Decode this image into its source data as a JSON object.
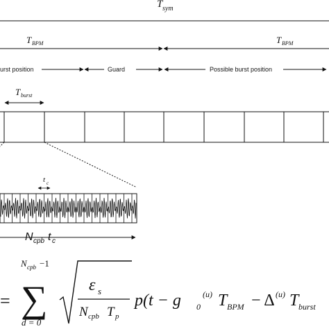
{
  "labels": {
    "t_sym": "T",
    "t_sym_sub": "sym",
    "t_bpm_left": "T",
    "t_bpm_left_sub": "BPM",
    "t_bpm_right": "T",
    "t_bpm_right_sub": "BPM",
    "burst_position_left": "urst position",
    "guard": "Guard",
    "possible_burst_position": "Possible burst position",
    "t_burst": "T",
    "t_burst_sub": "burst",
    "t_c": "t",
    "t_c_sub": "c",
    "n_cpb_tc_n": "N",
    "n_cpb_tc_sub": "cpb",
    "n_cpb_tc_t": "t",
    "n_cpb_tc_tsub": "c"
  },
  "equation": {
    "equals": "=",
    "sum_upper": "N",
    "sum_upper_sub": "cpb",
    "sum_upper_minus": "−1",
    "sigma": "∑",
    "sum_lower": "d = 0",
    "numerator": "ε",
    "numerator_sub": "s",
    "denominator_n": "N",
    "denominator_n_sub": "cpb",
    "denominator_t": "T",
    "denominator_t_sub": "p",
    "p_func": "p(t − g",
    "g_sub": "0",
    "g_sup": "(u)",
    "t_bpm": "T",
    "t_bpm_sub": "BPM",
    "minus_delta": "− Δ",
    "delta_sup": "(u)",
    "t_burst": "T",
    "t_burst_sub": "burst"
  }
}
